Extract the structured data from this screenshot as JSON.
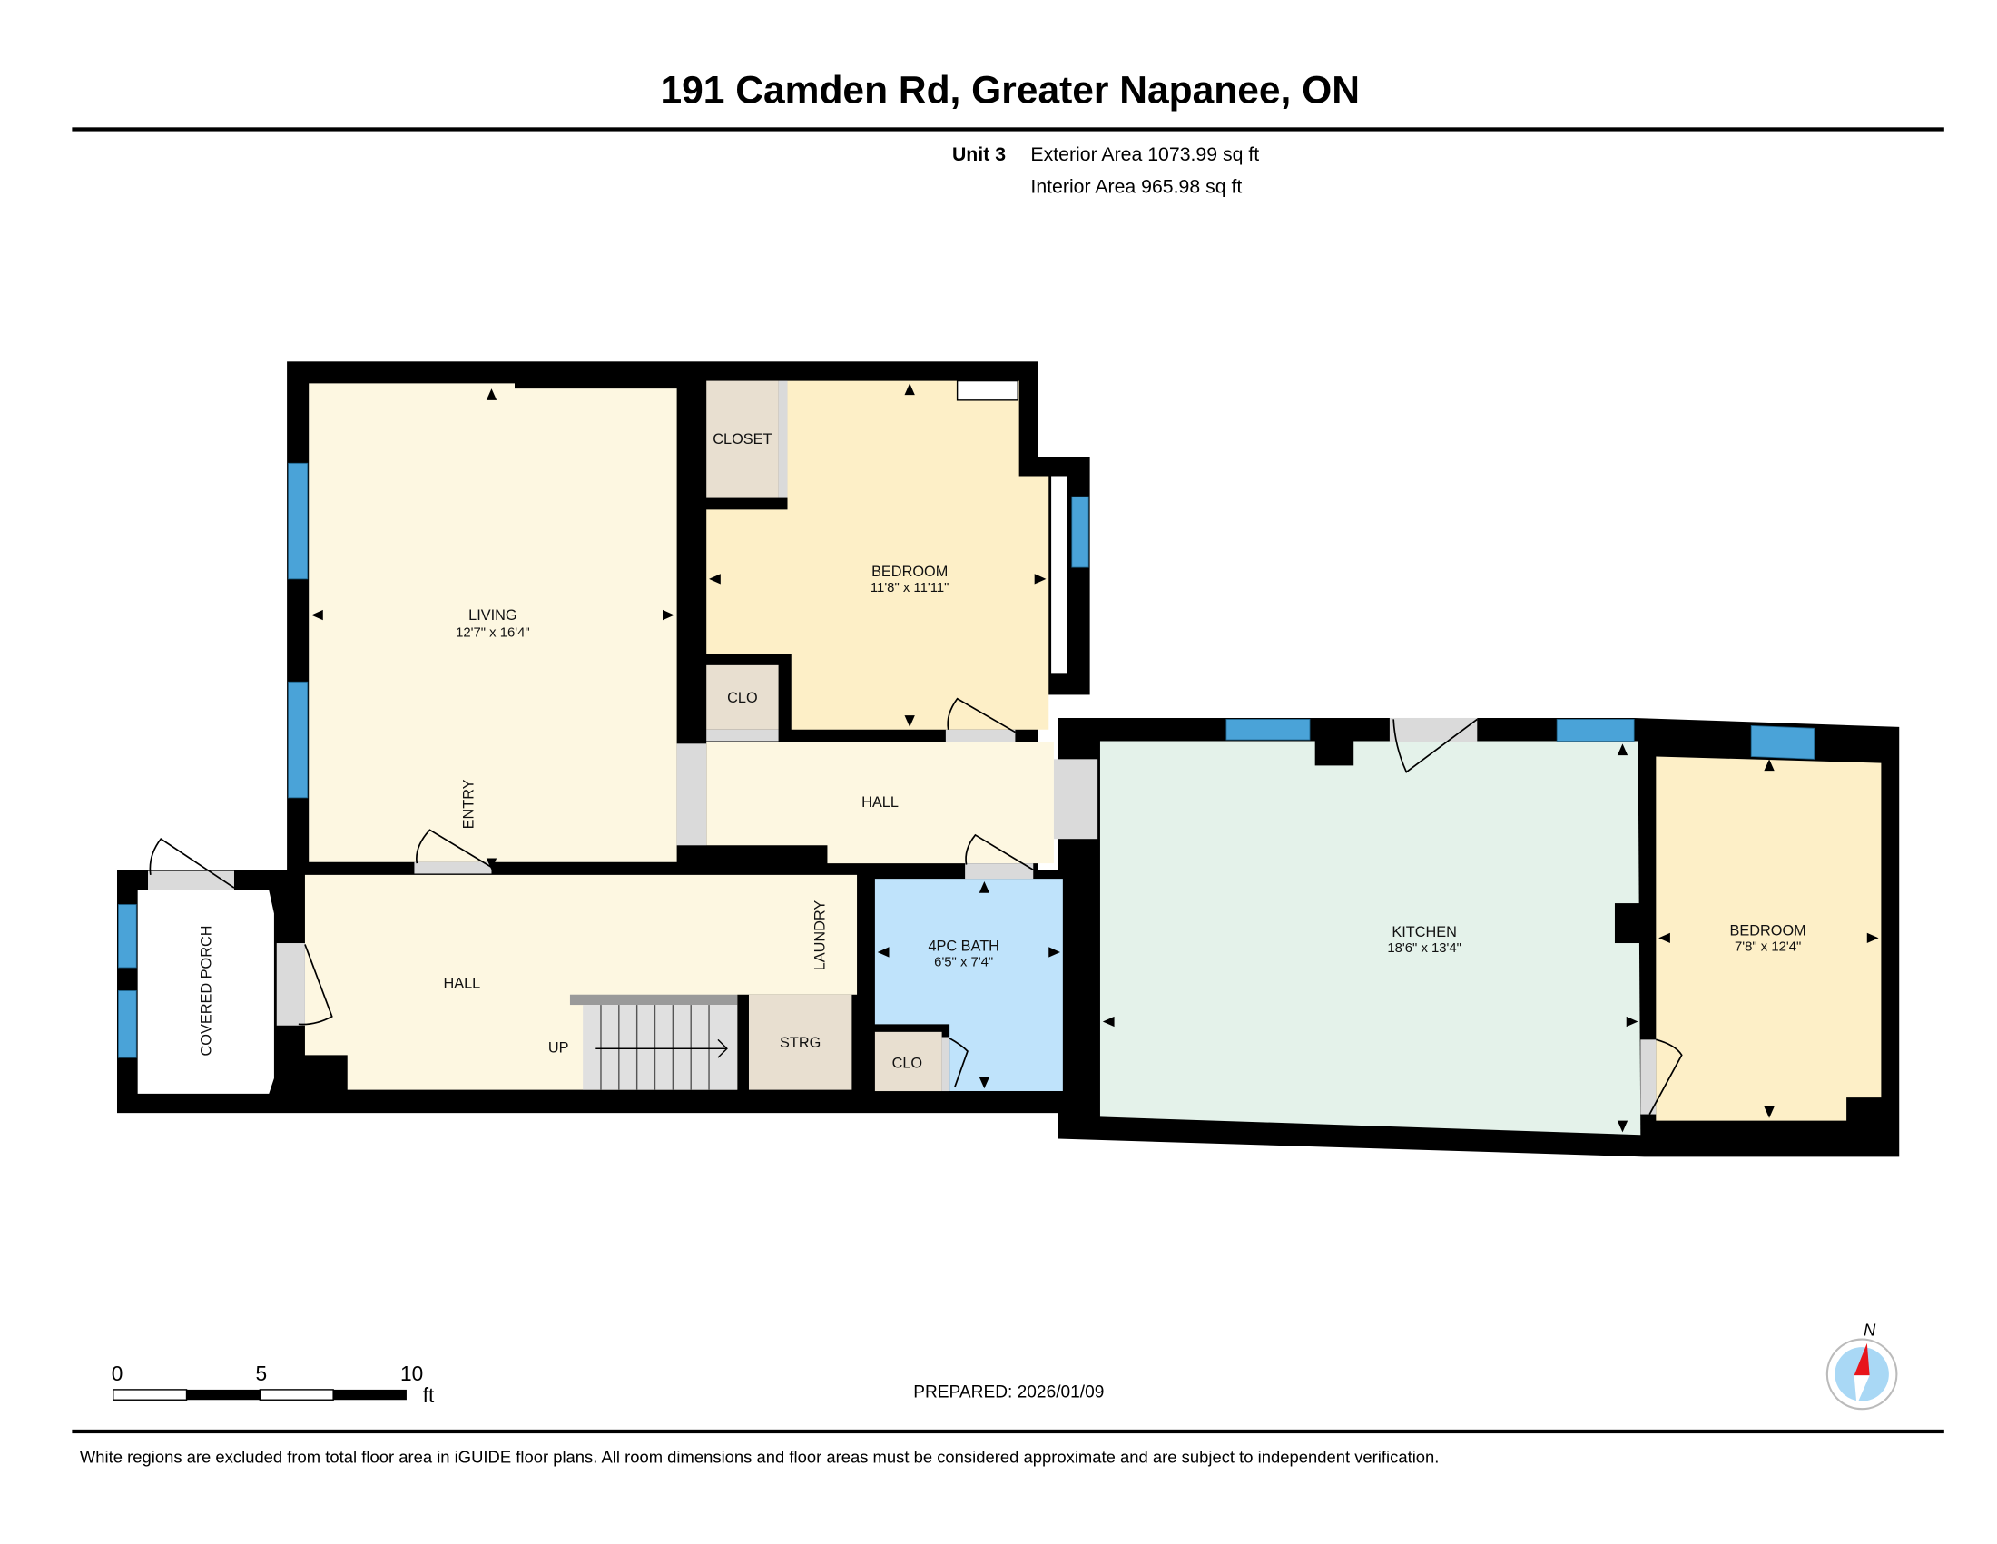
{
  "header": {
    "title": "191 Camden Rd, Greater Napanee, ON",
    "unit": "Unit 3",
    "exterior_area": "Exterior Area 1073.99 sq ft",
    "interior_area": "Interior Area 965.98 sq ft"
  },
  "rooms": {
    "living": {
      "name": "LIVING",
      "dims": "12'7\" x 16'4\""
    },
    "closet": {
      "name": "CLOSET"
    },
    "bedroom1": {
      "name": "BEDROOM",
      "dims": "11'8\" x 11'11\""
    },
    "clo1": {
      "name": "CLO"
    },
    "hall_upper": {
      "name": "HALL"
    },
    "entry": {
      "name": "ENTRY"
    },
    "covered_porch": {
      "name": "COVERED PORCH"
    },
    "hall_lower": {
      "name": "HALL"
    },
    "laundry": {
      "name": "LAUNDRY"
    },
    "up": {
      "name": "UP"
    },
    "strg": {
      "name": "STRG"
    },
    "bath": {
      "name": "4PC BATH",
      "dims": "6'5\" x 7'4\""
    },
    "clo2": {
      "name": "CLO"
    },
    "kitchen": {
      "name": "KITCHEN",
      "dims": "18'6\" x 13'4\""
    },
    "bedroom2": {
      "name": "BEDROOM",
      "dims": "7'8\" x 12'4\""
    }
  },
  "colors": {
    "wall": "#000000",
    "living_hall": "#fdf7e1",
    "bedroom": "#fdefc7",
    "closet": "#e8dfd0",
    "bath": "#bfe3fb",
    "kitchen": "#e4f2ea",
    "window": "#4aa3d8",
    "opening": "#dadada"
  },
  "scale_bar": {
    "labels": [
      "0",
      "5",
      "10"
    ],
    "unit": "ft"
  },
  "prepared": "PREPARED: 2026/01/09",
  "compass": {
    "label": "N"
  },
  "footer": "White regions are excluded from total floor area in iGUIDE floor plans. All room dimensions and floor areas must be considered approximate and are subject to independent verification."
}
